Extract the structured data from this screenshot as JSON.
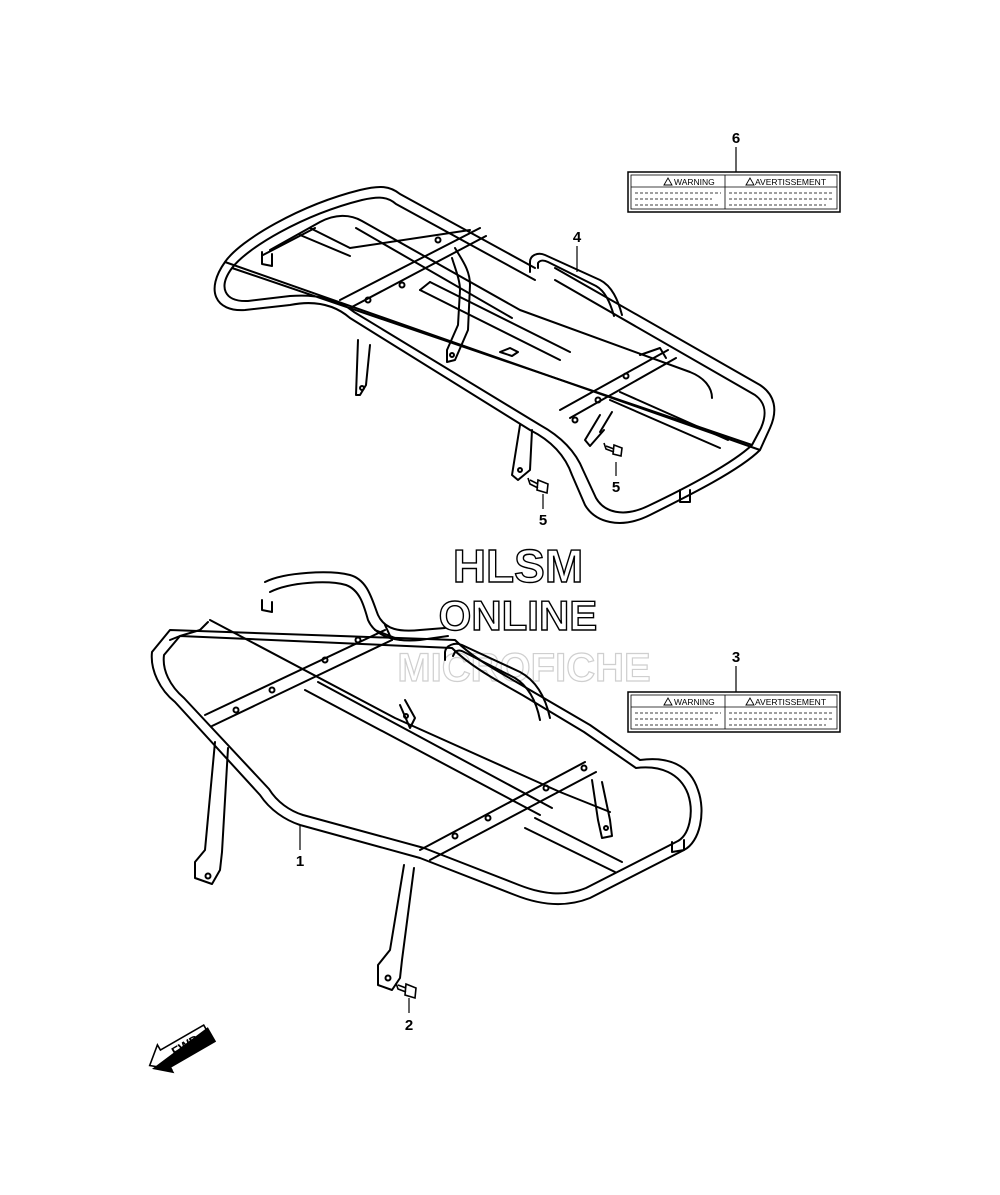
{
  "diagram": {
    "callouts": {
      "part1": "1",
      "part2": "2",
      "part3": "3",
      "part4": "4",
      "part5a": "5",
      "part5b": "5",
      "part6": "6"
    },
    "label_part6": {
      "left_heading": "WARNING",
      "right_heading": "AVERTISSEMENT"
    },
    "label_part3": {
      "left_heading": "WARNING",
      "right_heading": "AVERTISSEMENT"
    },
    "fwd_arrow_text": "FWD",
    "watermark": {
      "line1": "HLSM",
      "line2": "ONLINE",
      "line3": "MICROFICHE"
    },
    "icons": {
      "warning_symbol": "warning-triangle-icon",
      "fwd": "fwd-arrow-icon"
    }
  }
}
